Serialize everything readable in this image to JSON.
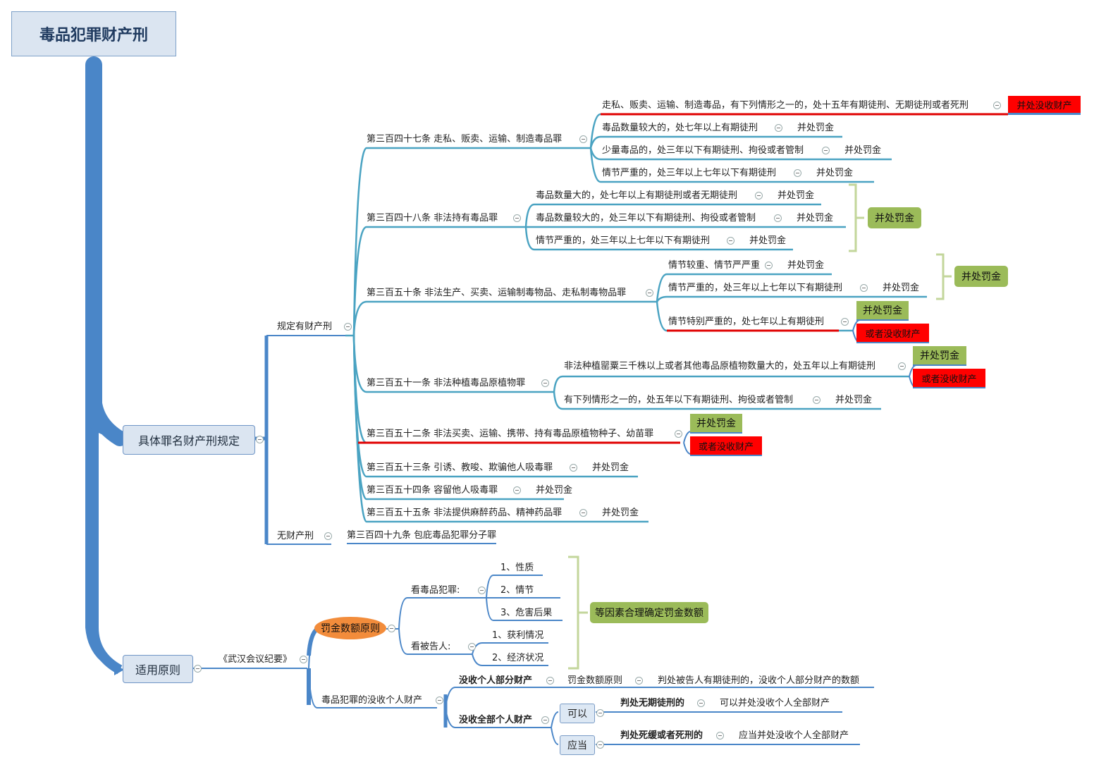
{
  "root": {
    "title": "毒品犯罪财产刑"
  },
  "main": {
    "specific": "具体罪名财产刑规定",
    "principle": "适用原则"
  },
  "specific": {
    "has_penalty": "规定有财产刑",
    "no_penalty": "无财产刑",
    "no_penalty_item": "第三百四十九条 包庇毒品犯罪分子罪",
    "art347": {
      "label": "第三百四十七条 走私、贩卖、运输、制造毒品罪",
      "items": [
        {
          "text": "走私、贩卖、运输、制造毒品，有下列情形之一的，处十五年有期徒刑、无期徒刑或者死刑",
          "tag": "并处没收财产"
        },
        {
          "text": "毒品数量较大的，处七年以上有期徒刑",
          "tag": "并处罚金"
        },
        {
          "text": "少量毒品的，处三年以下有期徒刑、拘役或者管制",
          "tag": "并处罚金"
        },
        {
          "text": "情节严重的，处三年以上七年以下有期徒刑",
          "tag": "并处罚金"
        }
      ]
    },
    "art348": {
      "label": "第三百四十八条 非法持有毒品罪",
      "items": [
        {
          "text": "毒品数量大的，处七年以上有期徒刑或者无期徒刑",
          "tag": "并处罚金"
        },
        {
          "text": "毒品数量较大的，处三年以下有期徒刑、拘役或者管制",
          "tag": "并处罚金"
        },
        {
          "text": "情节严重的，处三年以上七年以下有期徒刑",
          "tag": "并处罚金"
        }
      ],
      "summary": "并处罚金"
    },
    "art350": {
      "label": "第三百五十条 非法生产、买卖、运输制毒物品、走私制毒物品罪",
      "items": [
        {
          "text": "情节较重、情节严严重",
          "tag": "并处罚金"
        },
        {
          "text": "情节严重的，处三年以上七年以下有期徒刑",
          "tag": "并处罚金"
        },
        {
          "text": "情节特别严重的，处七年以上有期徒刑"
        }
      ],
      "summary": "并处罚金",
      "special_green": "并处罚金",
      "special_red": "或者没收财产"
    },
    "art351": {
      "label": "第三百五十一条 非法种植毒品原植物罪",
      "items": [
        {
          "text": "非法种植罂粟三千株以上或者其他毒品原植物数量大的，处五年以上有期徒刑"
        },
        {
          "text": "有下列情形之一的，处五年以下有期徒刑、拘役或者管制",
          "tag": "并处罚金"
        }
      ],
      "green": "并处罚金",
      "red": "或者没收财产"
    },
    "art352": {
      "label": "第三百五十二条 非法买卖、运输、携带、持有毒品原植物种子、幼苗罪",
      "green": "并处罚金",
      "red": "或者没收财产"
    },
    "art353": {
      "label": "第三百五十三条 引诱、教唆、欺骗他人吸毒罪",
      "tag": "并处罚金"
    },
    "art354": {
      "label": "第三百五十四条 容留他人吸毒罪",
      "tag": "并处罚金"
    },
    "art355": {
      "label": "第三百五十五条 非法提供麻醉药品、精神药品罪",
      "tag": "并处罚金"
    }
  },
  "principle": {
    "wuhan": "《武汉会议纪要》",
    "fine_principle": "罚金数额原则",
    "see_crime": "看毒品犯罪:",
    "crime_items": [
      "1、性质",
      "2、情节",
      "3、危害后果"
    ],
    "see_defendant": "看被告人:",
    "defendant_items": [
      "1、获利情况",
      "2、经济状况"
    ],
    "conclusion": "等因素合理确定罚金数额",
    "confiscation": "毒品犯罪的没收个人财产",
    "partial": "没收个人部分财产",
    "partial_rule": "罚金数额原则",
    "partial_desc": "判处被告人有期徒刑的，没收个人部分财产的数额",
    "full": "没收全部个人财产",
    "may": "可以",
    "must": "应当",
    "may_cond": "判处无期徒刑的",
    "may_result": "可以并处没收个人全部财产",
    "must_cond": "判处死缓或者死刑的",
    "must_result": "应当并处没收个人全部财产"
  },
  "colors": {
    "branch_blue": "#4a86c8",
    "branch_teal": "#4aa3c2",
    "green_tag": "#9bbb59",
    "red_tag": "#ff0000",
    "orange_tag": "#f28c3b",
    "bracket_green": "#c3d69b"
  }
}
